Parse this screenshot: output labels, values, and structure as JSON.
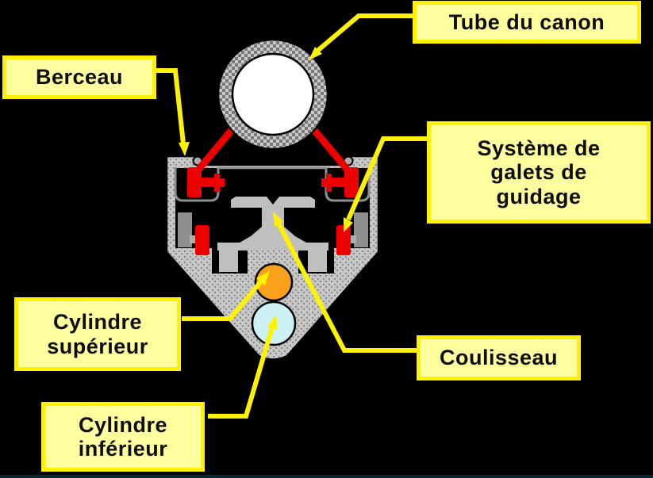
{
  "labels": {
    "tube_canon": {
      "text": "Tube du canon"
    },
    "berceau": {
      "text": "Berceau"
    },
    "systeme_galets": {
      "text": "Système de\ngalets de\nguidage"
    },
    "cylindre_superieur": {
      "text": "Cylindre\nsupérieur"
    },
    "coulisseau": {
      "text": "Coulisseau"
    },
    "cylindre_inferieur": {
      "text": "Cylindre\ninférieur"
    }
  },
  "colors": {
    "background": "#000000",
    "callout_fill": "#ffffa0",
    "callout_border": "#fff200",
    "leader_line": "#fff200",
    "roller_red": "#ee0000",
    "upper_cylinder_orange": "#f9a11b",
    "lower_cylinder_cyan": "#cdf2f6",
    "cradle_gray": "#c6c6c6",
    "slide_gray": "#bfbfbf",
    "block_gray": "#8f8f8f"
  }
}
